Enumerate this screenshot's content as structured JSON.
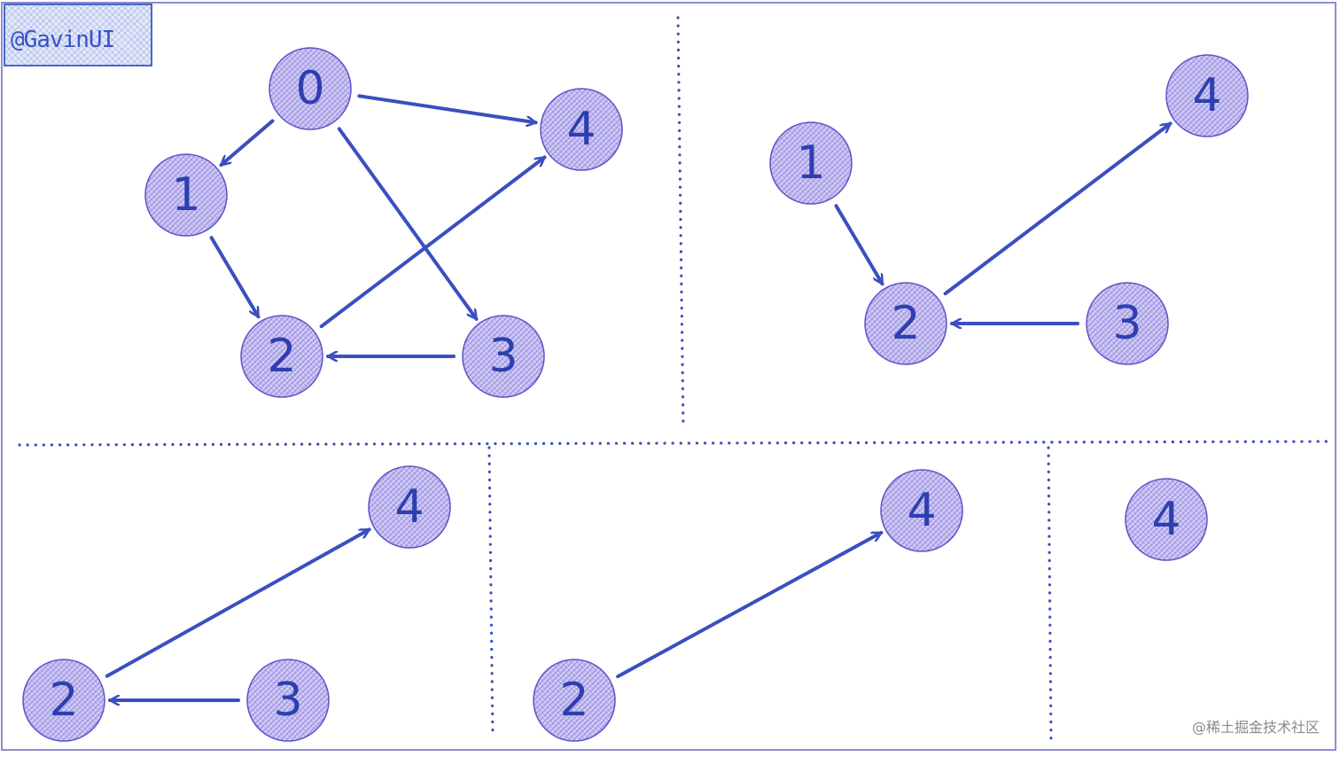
{
  "badge": {
    "text": "@GavinUI"
  },
  "watermark": {
    "text": "@稀土掘金技术社区"
  },
  "colors": {
    "ink": "#3a4fc0",
    "node_fill": "#cbc6f2",
    "node_hatch": "#8f82de",
    "frame": "#8a8fd0"
  },
  "panels": [
    {
      "id": "p1",
      "nodes": [
        {
          "label": "0"
        },
        {
          "label": "1"
        },
        {
          "label": "2"
        },
        {
          "label": "3"
        },
        {
          "label": "4"
        }
      ],
      "edges": [
        {
          "from": "0",
          "to": "1"
        },
        {
          "from": "0",
          "to": "4"
        },
        {
          "from": "0",
          "to": "3"
        },
        {
          "from": "1",
          "to": "2"
        },
        {
          "from": "2",
          "to": "4"
        },
        {
          "from": "3",
          "to": "2"
        }
      ]
    },
    {
      "id": "p2",
      "nodes": [
        {
          "label": "1"
        },
        {
          "label": "2"
        },
        {
          "label": "3"
        },
        {
          "label": "4"
        }
      ],
      "edges": [
        {
          "from": "1",
          "to": "2"
        },
        {
          "from": "2",
          "to": "4"
        },
        {
          "from": "3",
          "to": "2"
        }
      ]
    },
    {
      "id": "p3",
      "nodes": [
        {
          "label": "2"
        },
        {
          "label": "3"
        },
        {
          "label": "4"
        }
      ],
      "edges": [
        {
          "from": "2",
          "to": "4"
        },
        {
          "from": "3",
          "to": "2"
        }
      ]
    },
    {
      "id": "p4",
      "nodes": [
        {
          "label": "2"
        },
        {
          "label": "4"
        }
      ],
      "edges": [
        {
          "from": "2",
          "to": "4"
        }
      ]
    },
    {
      "id": "p5",
      "nodes": [
        {
          "label": "4"
        }
      ],
      "edges": []
    }
  ]
}
